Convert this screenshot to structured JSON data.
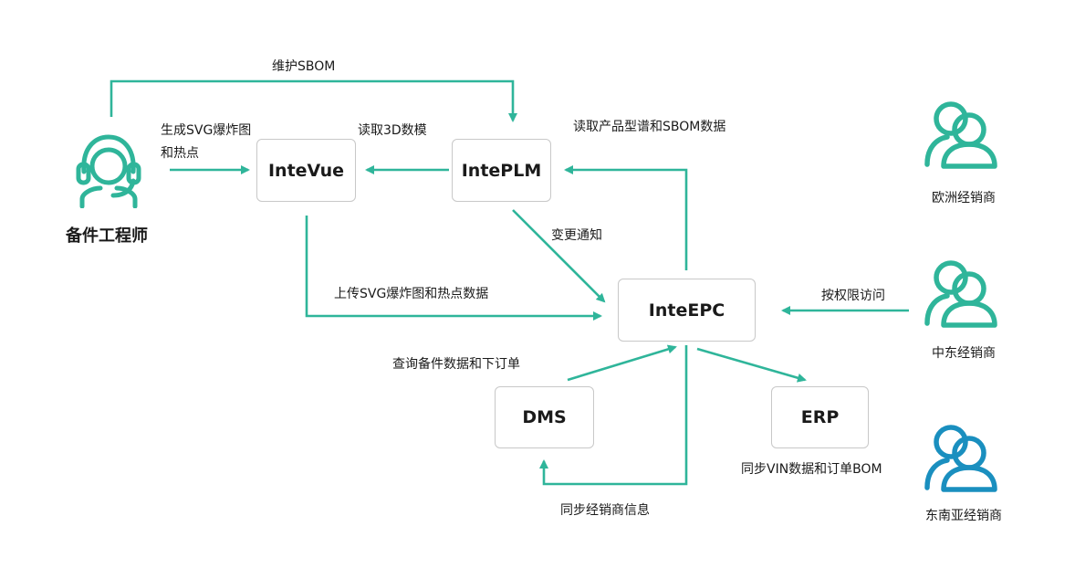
{
  "colors": {
    "teal": "#2fb59a",
    "blue": "#1a8fbf",
    "box_border": "#c8c8c8"
  },
  "actor": {
    "label": "备件工程师",
    "icon": "headset-person-icon"
  },
  "systems": {
    "intevue": "InteVue",
    "inteplm": "IntePLM",
    "inteepc": "InteEPC",
    "dms": "DMS",
    "erp": "ERP"
  },
  "flows": {
    "maintain_sbom": "维护SBOM",
    "generate_svg_line1": "生成SVG爆炸图",
    "generate_svg_line2": "和热点",
    "read_3d": "读取3D数模",
    "read_plm": "读取产品型谱和SBOM数据",
    "change_notice": "变更通知",
    "upload_svg": "上传SVG爆炸图和热点数据",
    "access_by_permission": "按权限访问",
    "query_order": "查询备件数据和下订单",
    "sync_vin": "同步VIN数据和订单BOM",
    "sync_dealer": "同步经销商信息"
  },
  "dealers": [
    {
      "label": "欧洲经销商",
      "icon": "users-icon",
      "color": "teal"
    },
    {
      "label": "中东经销商",
      "icon": "users-icon",
      "color": "teal"
    },
    {
      "label": "东南亚经销商",
      "icon": "users-icon",
      "color": "blue"
    }
  ]
}
